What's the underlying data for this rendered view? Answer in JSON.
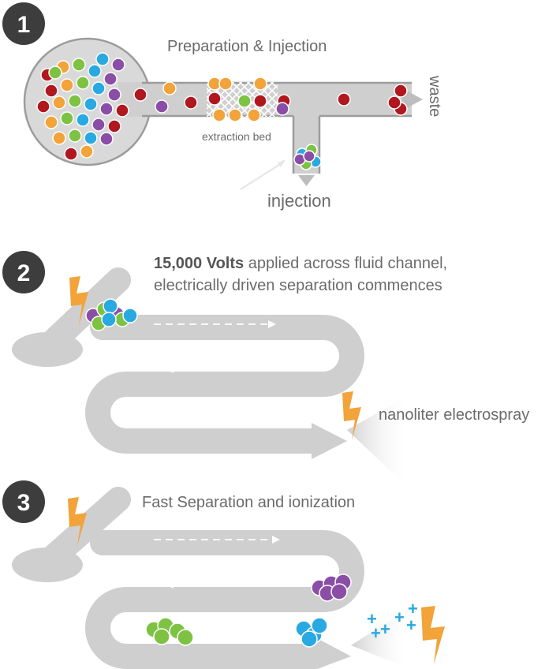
{
  "colors": {
    "channel": "#cfcfcf",
    "channel_dark": "#b9b9b9",
    "badge": "#3d3d3d",
    "red": "#b0171f",
    "orange": "#f2a33a",
    "green": "#7dc242",
    "blue": "#29a9e1",
    "purple": "#8b4ea6",
    "lightning": "#f2a33a",
    "plus": "#29a9e1",
    "text": "#6b6b6b"
  },
  "step1": {
    "number": "1",
    "title": "Preparation & Injection",
    "waste_label": "waste",
    "bed_label": "extraction bed",
    "injection_label": "injection"
  },
  "step2": {
    "number": "2",
    "title_bold": "15,000 Volts",
    "title_rest": " applied across fluid channel,",
    "title_line2": "electrically driven separation commences",
    "spray_label": "nanoliter electrospray"
  },
  "step3": {
    "number": "3",
    "title": "Fast Separation and ionization",
    "ions": [
      "+",
      "+",
      "+",
      "+",
      "+",
      "+"
    ]
  },
  "icons": {
    "lightning": "lightning-bolt-icon",
    "arrow": "flow-arrow-icon"
  }
}
